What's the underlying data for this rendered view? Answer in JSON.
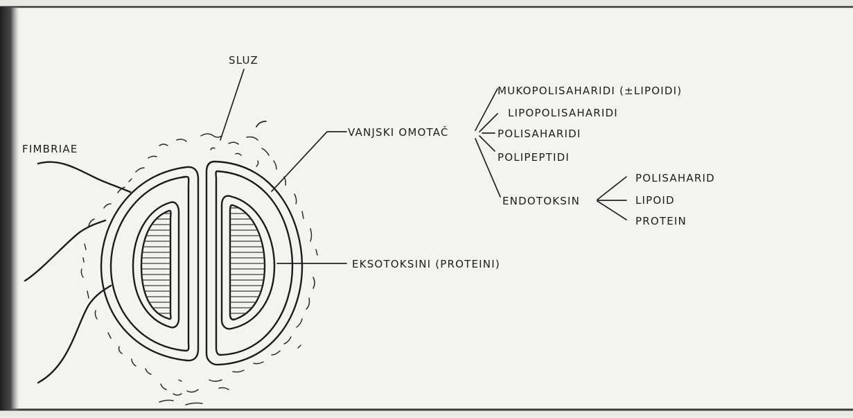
{
  "labels": {
    "sluz": "SLUZ",
    "fimbriae": "FIMBRIAE",
    "vanjski_omotac": "VANJSKI OMOTAČ",
    "mukopolisaharidi": "MUKOPOLISAHARIDI (±LIPOIDI)",
    "lipopolisaharidi": "LIPOPOLISAHARIDI",
    "polisaharidi": "POLISAHARIDI",
    "polipeptidi": "POLIPEPTIDI",
    "endotoksin": "ENDOTOKSIN",
    "polisaharid": "POLISAHARID",
    "lipoid": "LIPOID",
    "protein": "PROTEIN",
    "eksotoksini": "EKSOTOKSINI (PROTEINI)"
  },
  "colors": {
    "paper": "#f4f3f0",
    "ink": "#1b1b1b",
    "frame": "#3a3a3a",
    "shadow": "#2b2b2b"
  }
}
